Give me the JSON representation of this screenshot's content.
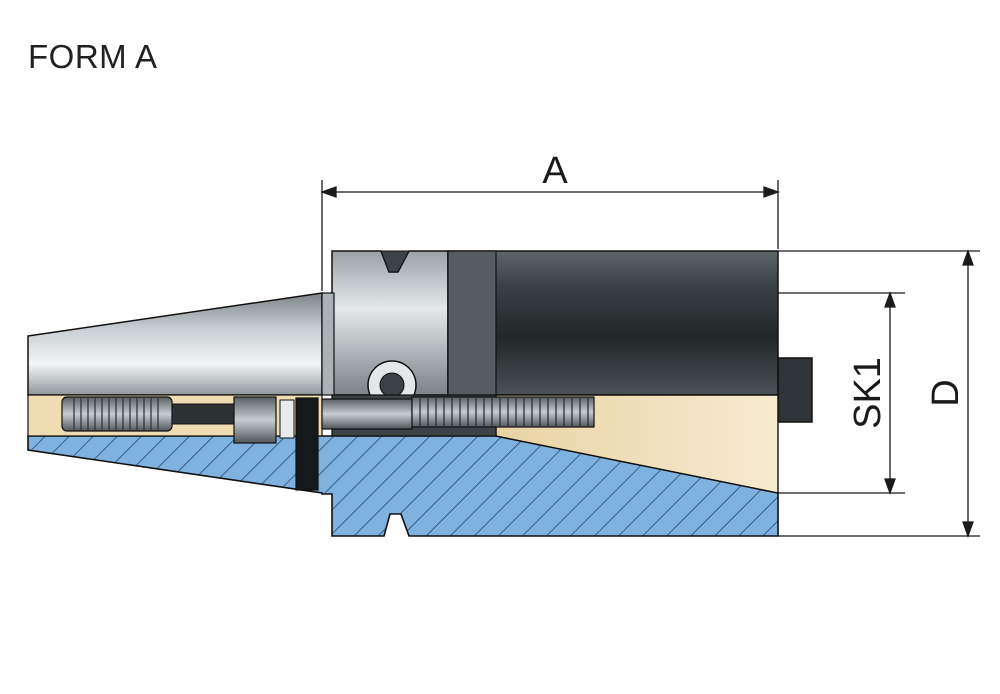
{
  "title": "FORM A",
  "dimensions": {
    "length_label": "A",
    "shank_label": "SK1",
    "diameter_label": "D"
  },
  "colors": {
    "section_fill": "#7fb2df",
    "hatch_line": "#1d3b5c",
    "steel_dark": "#2b3033",
    "steel_light": "#d9dde0",
    "bore_fill": "#f0dfb8",
    "outline": "#111111"
  }
}
